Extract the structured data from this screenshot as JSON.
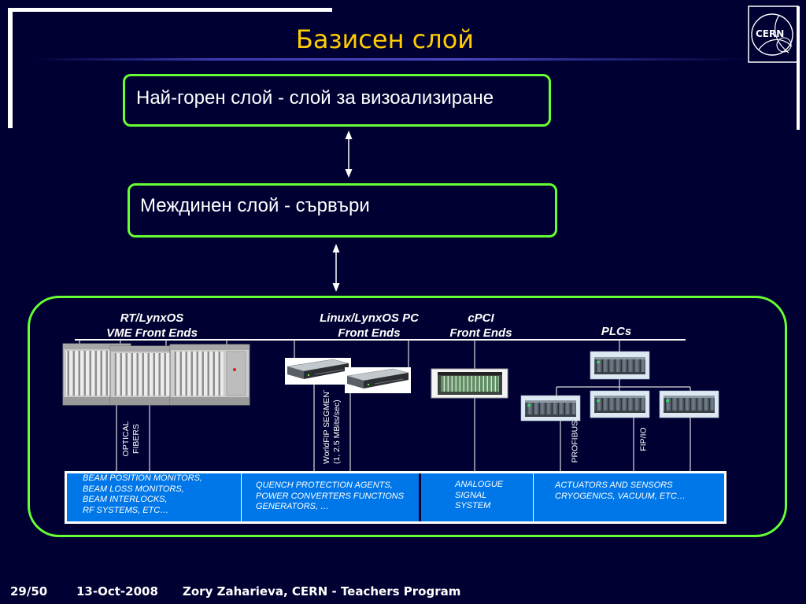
{
  "slide": {
    "title": "Базисен слой",
    "logo": "CERN",
    "layers": {
      "top": "Най-горен слой - слой за визоализиране",
      "middle": "Междинен слой - сървъри"
    },
    "front_ends": {
      "vme": [
        "RT/LynxOS",
        "VME Front Ends"
      ],
      "pc": [
        "Linux/LynxOS PC",
        "Front Ends"
      ],
      "cpci": [
        "cPCI",
        "Front Ends"
      ],
      "plcs": "PLCs"
    },
    "links": {
      "optical": [
        "OPTICAL",
        "FIBERS"
      ],
      "worldfip": [
        "WorldFIP SEGMENT",
        "(1, 2.5 MBits/sec)"
      ],
      "profibus": "PROFIBUS",
      "fipio": "FIP/IO"
    },
    "systems": [
      [
        "BEAM POSITION MONITORS,",
        "BEAM LOSS MONITORS,",
        "BEAM INTERLOCKS,",
        "RF SYSTEMS, ETC…"
      ],
      [
        "QUENCH PROTECTION AGENTS,",
        "POWER CONVERTERS FUNCTIONS",
        "GENERATORS, …"
      ],
      [
        "ANALOGUE",
        "SIGNAL",
        "SYSTEM"
      ],
      [
        "ACTUATORS AND SENSORS",
        "CRYOGENICS, VACUUM, ETC…"
      ]
    ]
  },
  "footer": {
    "page": "29/50",
    "date": "13-Oct-2008",
    "author": "Zory Zaharieva, CERN - Teachers Program"
  },
  "images": {
    "logo": "cern-logo",
    "vme": "vme-crate",
    "pc": "pc-server",
    "cpci": "cpci-crate",
    "plc": "plc"
  },
  "colors": {
    "background": "#000033",
    "title": "#ffcc00",
    "layer_border": "#66ff33",
    "systems_fill": "#0077e8",
    "frame": "#ffffff"
  }
}
